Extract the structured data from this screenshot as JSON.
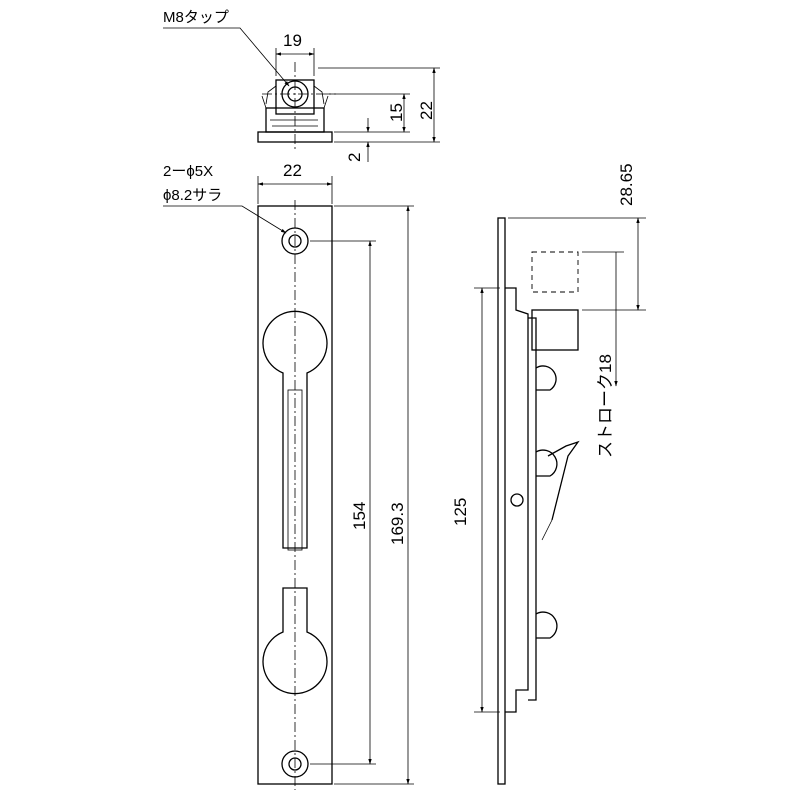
{
  "labels": {
    "tap": "M8タップ",
    "holes_line1": "2ーϕ5X",
    "holes_line2": "ϕ8.2サラ",
    "stroke": "ストローク18"
  },
  "dimensions": {
    "top_width": "19",
    "top_height_15": "15",
    "top_height_22": "22",
    "top_base_2": "2",
    "plate_width": "22",
    "hole_pitch": "154",
    "plate_length": "169.3",
    "side_length": "125",
    "side_offset": "28.65"
  }
}
